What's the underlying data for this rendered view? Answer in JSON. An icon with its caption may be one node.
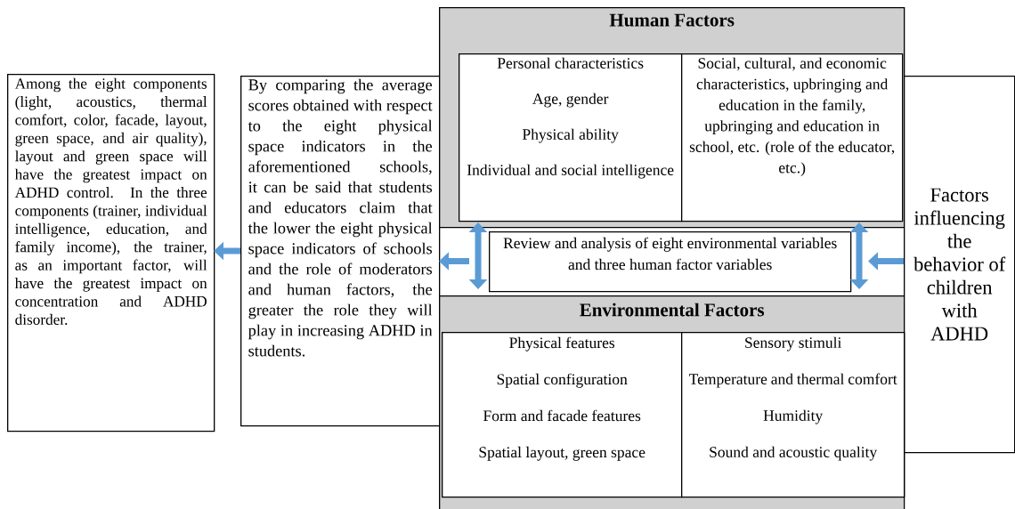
{
  "diagram": {
    "nodes": [
      {
        "text": [
          "Among the eight components (light, acoustics, thermal comfort, color, facade, layout, green space, and air quality), layout and green space will have the greatest impact on ADHD control. In the three components (trainer, individual intelligence, education, and family income), the trainer, as an important factor, will have the greatest impact on concentration and ADHD disorder."
        ]
      },
      {
        "text": [
          "By comparing the average scores obtained with respect to the eight physical space indicators in the aforementioned schools, it can be said that students and educators claim that the lower the eight physical space indicators of schools and the role of moderators and human factors, the greater the role they will play in increasing ADHD in students."
        ]
      },
      {
        "text": [
          "Human Factors"
        ]
      },
      {
        "text": [
          "Personal characteristics",
          "Age, gender",
          "Physical ability",
          "Individual and social intelligence"
        ],
        "in": 2
      },
      {
        "text": [
          "Social, cultural, and economic characteristics, upbringing and education in the family, upbringing and education in school, etc. (role of the educator, etc.)"
        ],
        "in": 2
      },
      {
        "text": [
          "Review and analysis of eight environmental variables and three human factor variables"
        ]
      },
      {
        "text": [
          "Environmental Factors"
        ]
      },
      {
        "text": [
          "Physical features",
          "Spatial configuration",
          "Form and facade features",
          "Spatial layout, green space"
        ],
        "in": 6
      },
      {
        "text": [
          "Sensory stimuli",
          "Temperature and thermal comfort",
          "Humidity",
          "Sound and acoustic quality"
        ],
        "in": 6
      },
      {
        "text": [
          "Factors influencing the behavior of children with ADHD"
        ]
      }
    ],
    "edges": [
      {
        "from": 9,
        "to": 5,
        "arrow": "to"
      },
      {
        "from": 5,
        "to": 1,
        "arrow": "to"
      },
      {
        "from": 1,
        "to": 0,
        "arrow": "to"
      },
      {
        "from": 2,
        "to": 6,
        "arrow": "both"
      },
      {
        "from": 2,
        "to": 6,
        "arrow": "both"
      }
    ]
  }
}
